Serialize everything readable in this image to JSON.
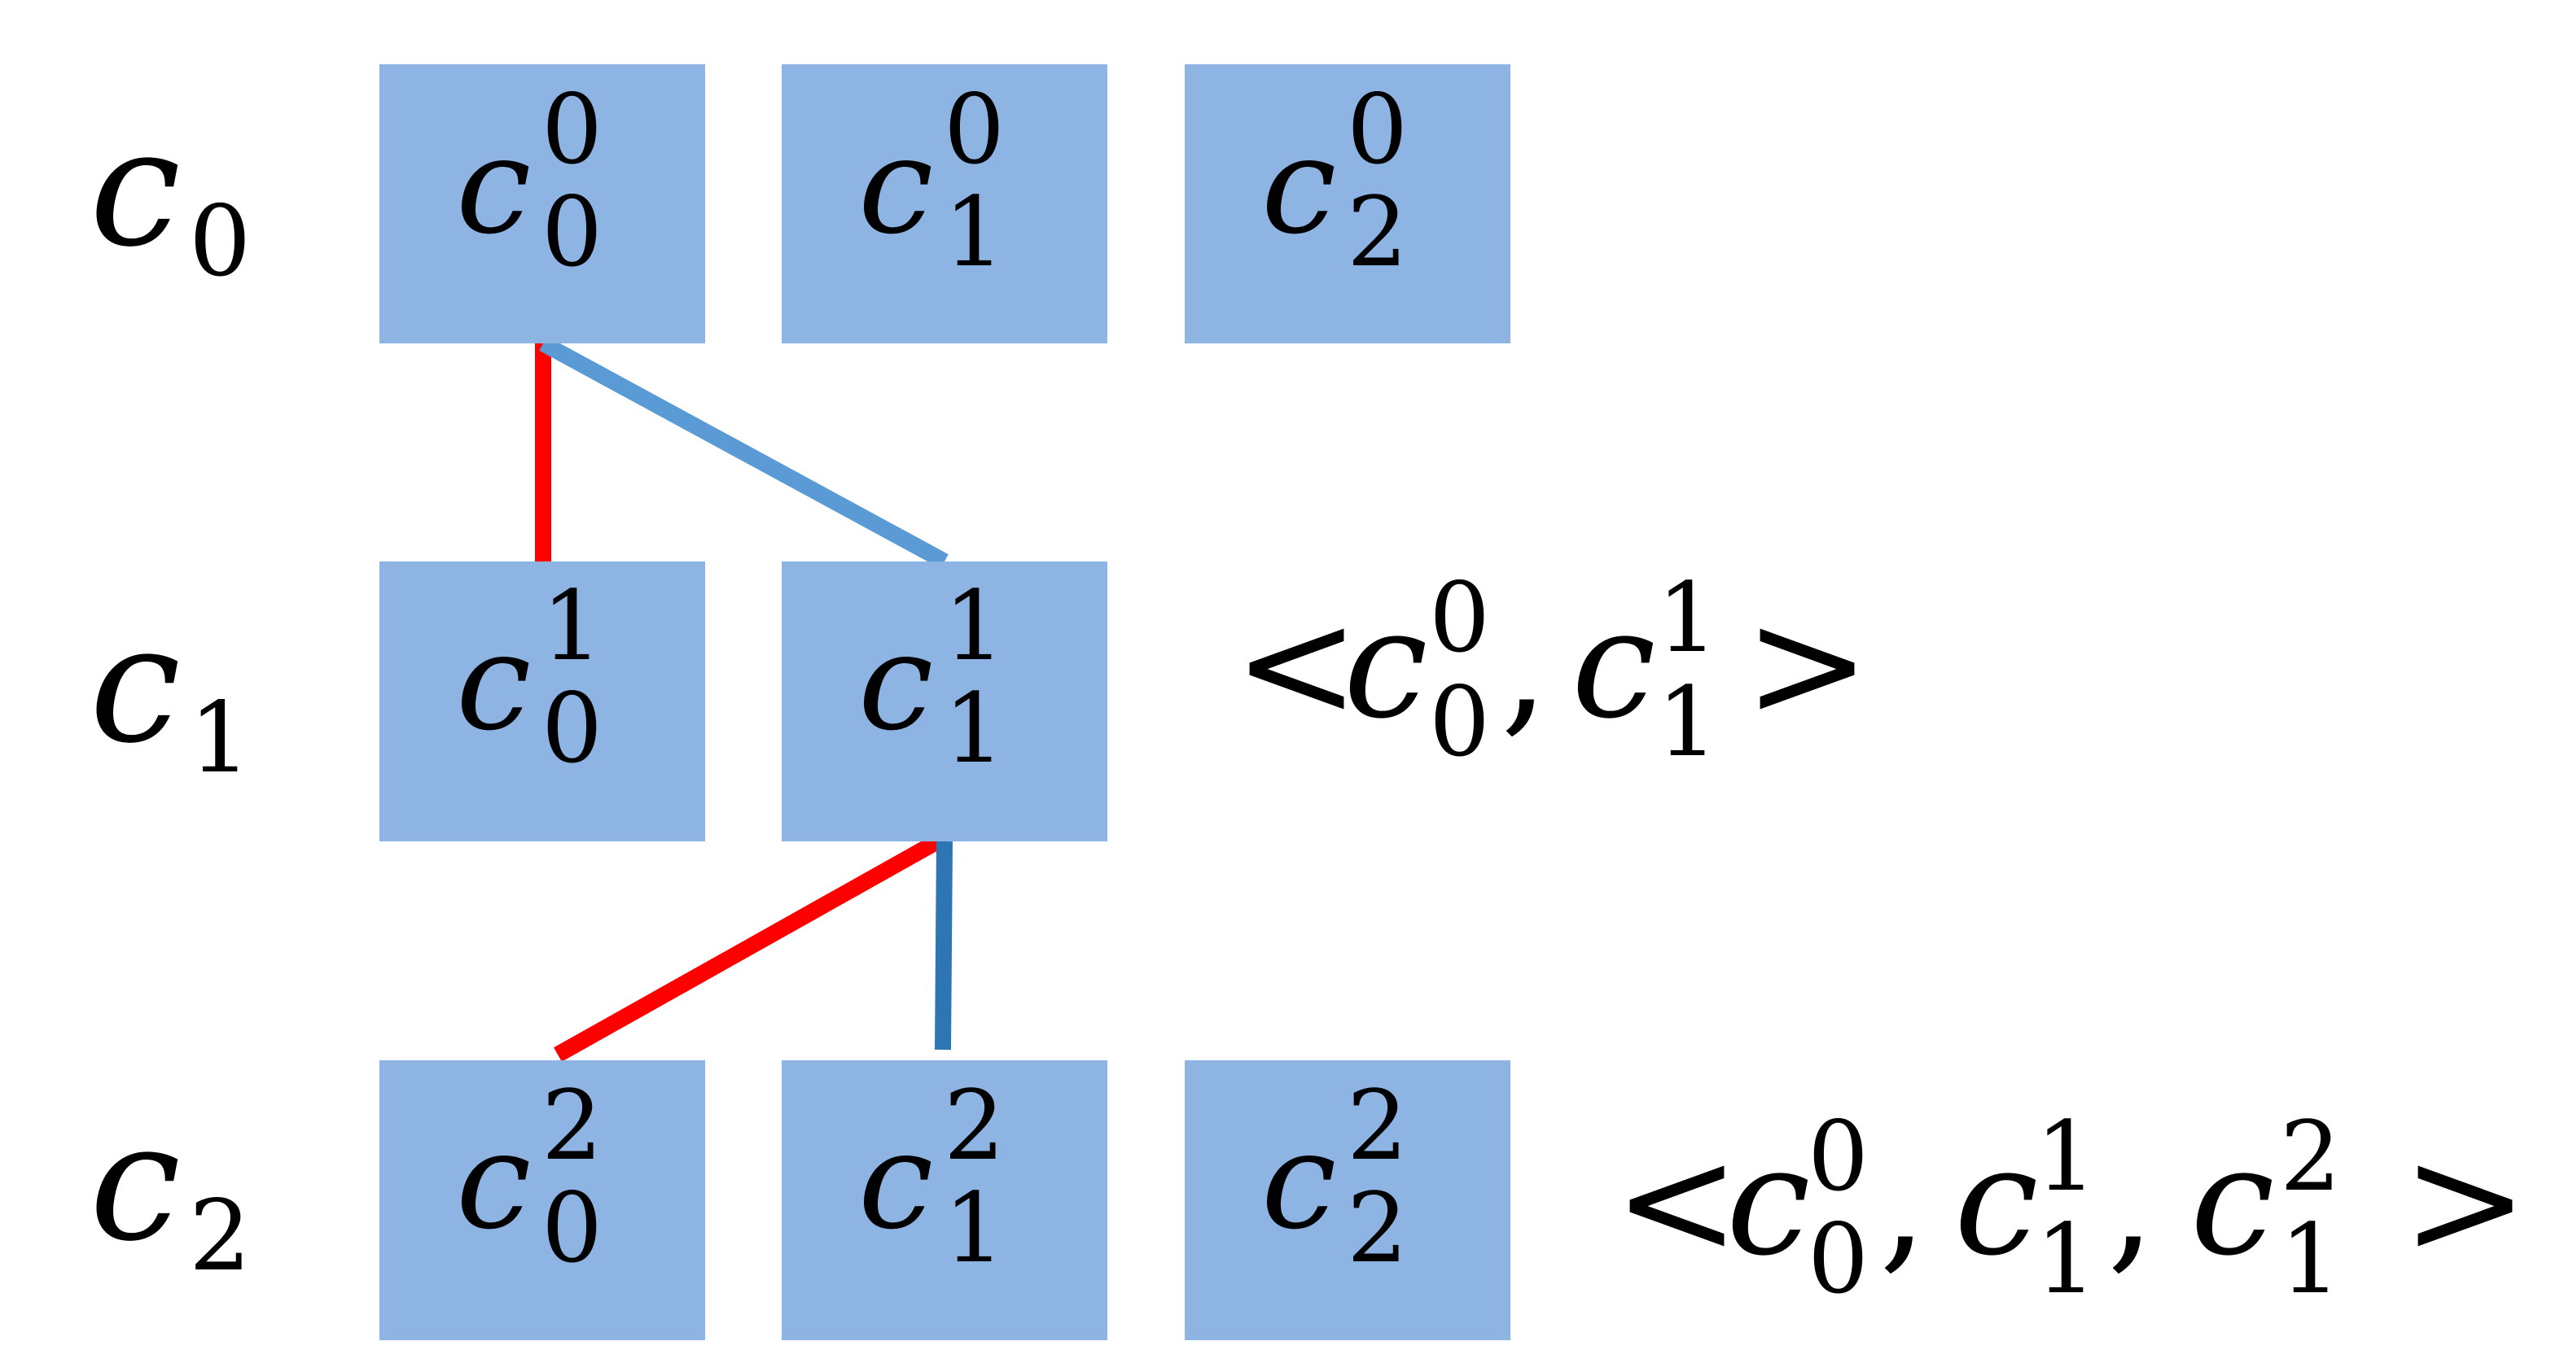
{
  "colors": {
    "cell_fill": "#8db4e2",
    "edge_red": "#ff0000",
    "edge_light_blue": "#5b9bd5",
    "edge_dark_blue": "#2e75b6"
  },
  "row_labels": [
    {
      "base": "c",
      "sub": "0"
    },
    {
      "base": "c",
      "sub": "1"
    },
    {
      "base": "c",
      "sub": "2"
    }
  ],
  "rows": [
    {
      "cells": [
        {
          "base": "c",
          "sub": "0",
          "sup": "0"
        },
        {
          "base": "c",
          "sub": "1",
          "sup": "0"
        },
        {
          "base": "c",
          "sub": "2",
          "sup": "0"
        }
      ]
    },
    {
      "cells": [
        {
          "base": "c",
          "sub": "0",
          "sup": "1"
        },
        {
          "base": "c",
          "sub": "1",
          "sup": "1"
        }
      ]
    },
    {
      "cells": [
        {
          "base": "c",
          "sub": "0",
          "sup": "2"
        },
        {
          "base": "c",
          "sub": "1",
          "sup": "2"
        },
        {
          "base": "c",
          "sub": "2",
          "sup": "2"
        }
      ]
    }
  ],
  "edges": [
    {
      "from": "c_0^0",
      "to": "c_0^1",
      "color": "red"
    },
    {
      "from": "c_0^0",
      "to": "c_1^1",
      "color": "light-blue"
    },
    {
      "from": "c_1^1",
      "to": "c_0^2",
      "color": "red"
    },
    {
      "from": "c_1^1",
      "to": "c_1^2",
      "color": "dark-blue"
    }
  ],
  "tuples": [
    {
      "open": "<",
      "close": ">",
      "separator": ",",
      "items": [
        {
          "base": "c",
          "sub": "0",
          "sup": "0"
        },
        {
          "base": "c",
          "sub": "1",
          "sup": "1"
        }
      ]
    },
    {
      "open": "<",
      "close": ">",
      "separator": ",",
      "items": [
        {
          "base": "c",
          "sub": "0",
          "sup": "0"
        },
        {
          "base": "c",
          "sub": "1",
          "sup": "1"
        },
        {
          "base": "c",
          "sub": "1",
          "sup": "2"
        }
      ]
    }
  ]
}
